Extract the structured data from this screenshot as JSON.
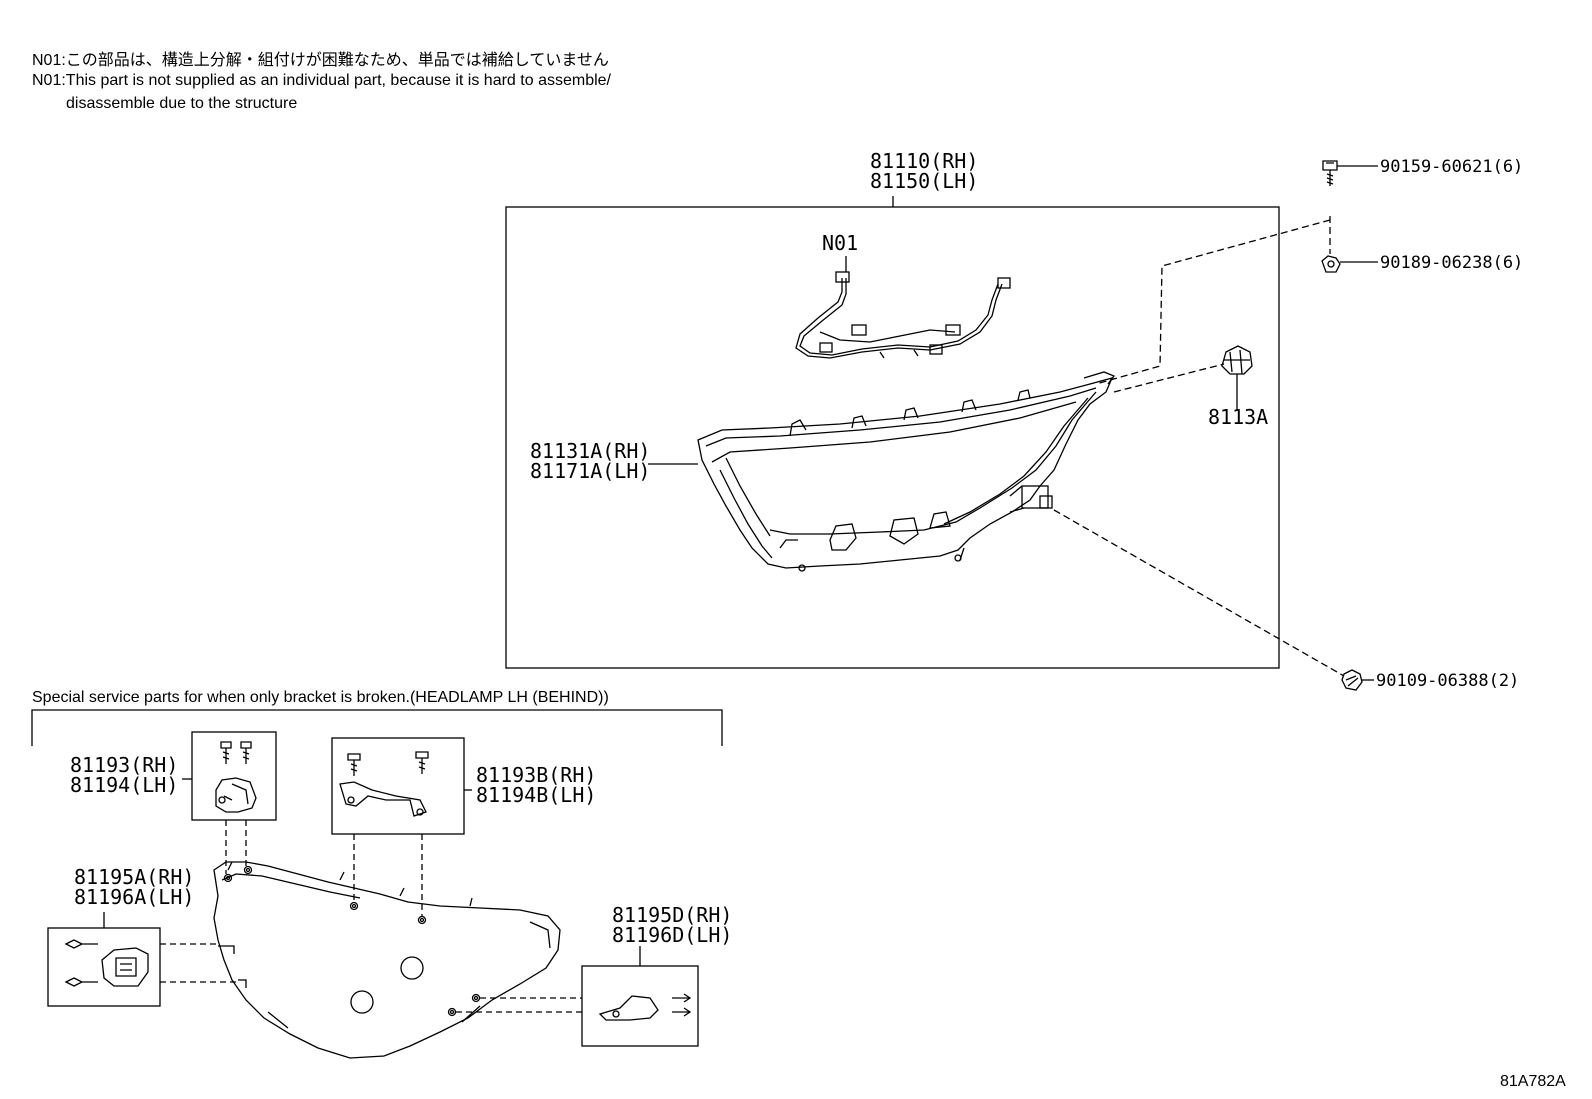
{
  "notes": {
    "jp": "N01:この部品は、構造上分解・組付けが困難なため、単品では補給していません",
    "en_line1": "N01:This part is not supplied as an individual part, because it is hard to assemble/",
    "en_line2": "disassemble due to the structure"
  },
  "main_assembly": {
    "rh": "81110(RH)",
    "lh": "81150(LH)"
  },
  "harness_label": "N01",
  "housing": {
    "rh": "81131A(RH)",
    "lh": "81171A(LH)"
  },
  "socket_label": "8113A",
  "fasteners": {
    "bolt": "90159-60621(6)",
    "nut": "90189-06238(6)",
    "screw": "90109-06388(2)"
  },
  "special_service": {
    "title": "Special service parts for when only bracket is broken.(HEADLAMP LH (BEHIND))",
    "bracket_1": {
      "rh": "81193(RH)",
      "lh": "81194(LH)"
    },
    "bracket_2": {
      "rh": "81193B(RH)",
      "lh": "81194B(LH)"
    },
    "bracket_3": {
      "rh": "81195A(RH)",
      "lh": "81196A(LH)"
    },
    "bracket_4": {
      "rh": "81195D(RH)",
      "lh": "81196D(LH)"
    }
  },
  "diagram_id": "81A782A",
  "colors": {
    "line": "#000000",
    "background": "#ffffff"
  }
}
